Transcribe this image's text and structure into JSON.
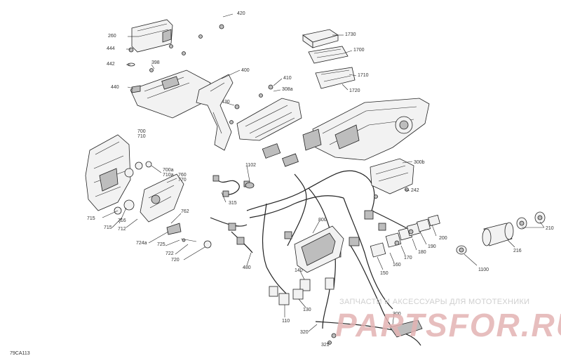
{
  "watermark": {
    "top": "ЗАПЧАСТИ И АКСЕССУАРЫ ДЛЯ МОТОТЕХНИКИ",
    "brand": "PARTSFOR.RU"
  },
  "diagram_code": "79CA113",
  "callouts": [
    {
      "id": "c420",
      "text": "420"
    },
    {
      "id": "c260",
      "text": "260"
    },
    {
      "id": "c444",
      "text": "444"
    },
    {
      "id": "c442",
      "text": "442"
    },
    {
      "id": "c398",
      "text": "398"
    },
    {
      "id": "c440",
      "text": "440"
    },
    {
      "id": "c400",
      "text": "400"
    },
    {
      "id": "c410",
      "text": "410"
    },
    {
      "id": "c308a",
      "text": "308a"
    },
    {
      "id": "c1730",
      "text": "1730"
    },
    {
      "id": "c1700",
      "text": "1700"
    },
    {
      "id": "c1710",
      "text": "1710"
    },
    {
      "id": "c1720",
      "text": "1720"
    },
    {
      "id": "c430",
      "text": "430"
    },
    {
      "id": "c700",
      "text": "700"
    },
    {
      "id": "c710",
      "text": "710"
    },
    {
      "id": "c700a",
      "text": "700a"
    },
    {
      "id": "c710a",
      "text": "710a"
    },
    {
      "id": "c760",
      "text": "760"
    },
    {
      "id": "c770",
      "text": "770"
    },
    {
      "id": "c1102",
      "text": "1102"
    },
    {
      "id": "c300b",
      "text": "300b"
    },
    {
      "id": "c242",
      "text": "242"
    },
    {
      "id": "c315",
      "text": "315"
    },
    {
      "id": "c715a",
      "text": "715"
    },
    {
      "id": "c716",
      "text": "716"
    },
    {
      "id": "c715b",
      "text": "715"
    },
    {
      "id": "c712",
      "text": "712"
    },
    {
      "id": "c762",
      "text": "762"
    },
    {
      "id": "c724a",
      "text": "724a"
    },
    {
      "id": "c725",
      "text": "725"
    },
    {
      "id": "c722",
      "text": "722"
    },
    {
      "id": "c720",
      "text": "720"
    },
    {
      "id": "c480",
      "text": "480"
    },
    {
      "id": "c800",
      "text": "800"
    },
    {
      "id": "c200",
      "text": "200"
    },
    {
      "id": "c190",
      "text": "190"
    },
    {
      "id": "c180",
      "text": "180"
    },
    {
      "id": "c170",
      "text": "170"
    },
    {
      "id": "c160",
      "text": "160"
    },
    {
      "id": "c150",
      "text": "150"
    },
    {
      "id": "c1100",
      "text": "1100"
    },
    {
      "id": "c216",
      "text": "216"
    },
    {
      "id": "c210",
      "text": "210"
    },
    {
      "id": "c140",
      "text": "140"
    },
    {
      "id": "c130",
      "text": "130"
    },
    {
      "id": "c110",
      "text": "110"
    },
    {
      "id": "c300",
      "text": "300"
    },
    {
      "id": "c320",
      "text": "320"
    },
    {
      "id": "c321",
      "text": "321"
    }
  ]
}
